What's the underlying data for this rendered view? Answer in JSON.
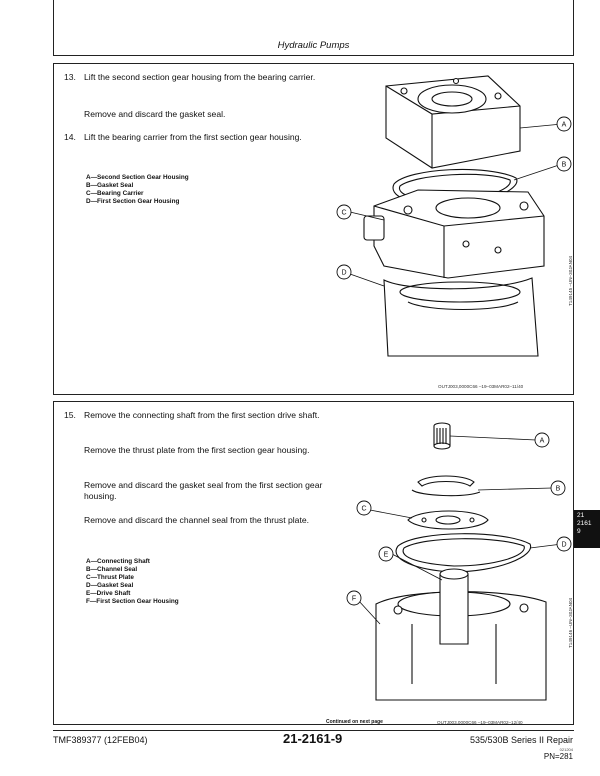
{
  "header": {
    "title": "Hydraulic Pumps"
  },
  "panel1": {
    "steps": [
      {
        "num": "13.",
        "text": "Lift the second section gear housing from the bearing carrier."
      },
      {
        "num": "",
        "text": "Remove and discard the gasket seal."
      },
      {
        "num": "14.",
        "text": "Lift the bearing carrier from the first section gear housing."
      }
    ],
    "legend": [
      "A—Second Section Gear Housing",
      "B—Gasket Seal",
      "C—Bearing Carrier",
      "D—First Section Gear Housing"
    ],
    "callouts": [
      "A",
      "B",
      "C",
      "D"
    ],
    "figure_id": "T149145 –UN–30JAN04",
    "ref": "OUTJ003,0000C66 –19–03MAR02–11/40"
  },
  "panel2": {
    "steps": [
      {
        "num": "15.",
        "text": "Remove the connecting shaft from the first section drive shaft."
      },
      {
        "num": "",
        "text": "Remove the thrust plate from the first section gear housing."
      },
      {
        "num": "",
        "text": "Remove and discard the gasket seal from the first section gear housing."
      },
      {
        "num": "",
        "text": "Remove and discard the channel seal from the thrust plate."
      }
    ],
    "legend": [
      "A—Connecting Shaft",
      "B—Channel Seal",
      "C—Thrust Plate",
      "D—Gasket Seal",
      "E—Drive Shaft",
      "F—First Section Gear Housing"
    ],
    "callouts": [
      "A",
      "B",
      "C",
      "D",
      "E",
      "F"
    ],
    "figure_id": "T149146 –UN–30JAN04",
    "continued": "Continued on next page",
    "ref": "OUTJ003,0000C66 –19–03MAR02–12/40"
  },
  "side_tab": {
    "line1": "21",
    "line2": "2161",
    "line3": "9"
  },
  "footer": {
    "left": "TMF389377 (12FEB04)",
    "center": "21-2161-9",
    "right": "535/530B Series II Repair",
    "small": "021204",
    "pn": "PN=281"
  }
}
